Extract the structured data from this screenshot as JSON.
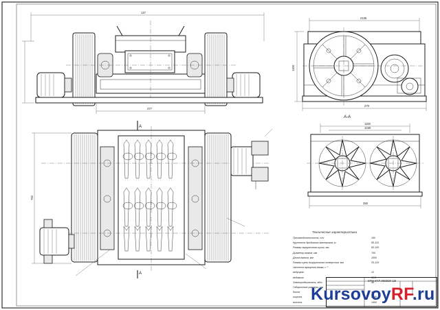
{
  "views": {
    "front": {
      "dim_overall": "147",
      "dim_base": "277"
    },
    "side": {
      "dim_top": "2135",
      "dim_height": "1400",
      "dim_bottom": "270"
    },
    "section": {
      "label": "А-А",
      "dim_top": "1150",
      "dim_inner": "1030",
      "dim_bottom": "250"
    },
    "plan": {
      "cut_mark": "А",
      "dim_height": "760"
    }
  },
  "spec": {
    "title": "Технические характеристики",
    "rows": [
      {
        "label": "Производительность, т/ч",
        "value": "150"
      },
      {
        "label": "Крупность дробимого материала, м",
        "value": "85-110"
      },
      {
        "label": "Размер загрузочного куска, мм",
        "value": "80-100"
      },
      {
        "label": "Диаметр валков, мм",
        "value": "700"
      },
      {
        "label": "Длина валков, мм",
        "value": "1000"
      },
      {
        "label": "Размер щели выгрузочного отверстия, мм",
        "value": "25-120"
      },
      {
        "label": "Частота вращения валка, с⁻¹",
        "value": ""
      },
      {
        "label": "ведущего",
        "value": "12"
      },
      {
        "label": "ведомого",
        "value": "12,5"
      },
      {
        "label": "Электродвигатель, кВт",
        "value": "45"
      },
      {
        "label": "Габаритные размеры, мм",
        "value": ""
      },
      {
        "label": "длина",
        "value": "4415"
      },
      {
        "label": "ширина",
        "value": "2550"
      },
      {
        "label": "высота",
        "value": "1400"
      }
    ]
  },
  "title_block": {
    "code": "КРН-КГЛ 000000 СБ"
  },
  "watermark": {
    "part1": "Kursovoy",
    "part2": "RF",
    "part3": ".ru"
  },
  "colors": {
    "line": "#1a1a1a",
    "watermark_blue": "#1c3f95",
    "watermark_red": "#d4202b",
    "background": "#ffffff"
  }
}
